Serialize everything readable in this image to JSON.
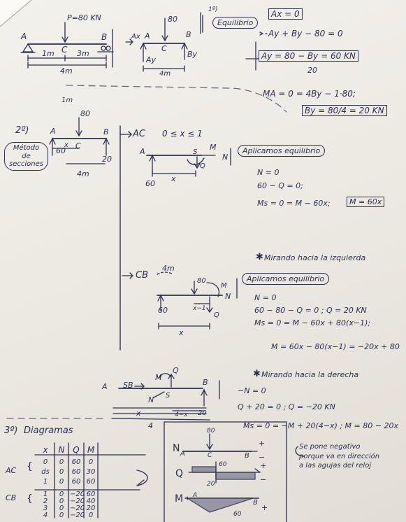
{
  "section1": {
    "load": "P=80 KN",
    "A": "A",
    "C": "C",
    "B": "B",
    "seg_left": "1m",
    "seg_right": "3m",
    "total": "4m",
    "fbd_load": "80",
    "fbd_Ax": "Ax",
    "fbd_A": "A",
    "fbd_C": "C",
    "fbd_B": "B",
    "fbd_Ay": "Ay",
    "fbd_By": "By",
    "fbd_len": "4m"
  },
  "equilibrium": {
    "step": "1º)",
    "title": "Equilibrio",
    "eq1": "Ax = 0",
    "eq2": "Ay + By − 80 = 0",
    "eq3": "Ay = 80 − By = 60 KN",
    "eq3b": "20",
    "eq4": "MA = 0 = 4By − 1·80;",
    "eq5": "By = 80/4 = 20 KN"
  },
  "section2": {
    "step": "2º)",
    "method": [
      "Método",
      "de",
      "secciones"
    ],
    "top": "1m",
    "load": "80",
    "A": "A",
    "B": "B",
    "C": "C",
    "left_r": "60",
    "right_r": "20",
    "len": "4m",
    "x": "x"
  },
  "segAC": {
    "label": "AC",
    "range": "0 ≤ x ≤ 1",
    "A": "A",
    "S": "S",
    "M": "M",
    "N": "N",
    "Q": "Q",
    "r": "60",
    "x": "x",
    "title": "Aplicamos equilibrio",
    "eq1": "N = 0",
    "eq2": "60 − Q = 0;",
    "eq3": "Ms = 0 = M − 60x;",
    "eq3box": "M = 60x"
  },
  "note_left": "Mirando hacia la izquierda",
  "segCB": {
    "label": "CB",
    "len": "4m",
    "load": "80",
    "M": "M",
    "N": "N",
    "Q": "Q",
    "r": "60",
    "sub": "x−1",
    "x": "x",
    "title": "Aplicamos equilibrio",
    "eq1": "N = 0",
    "eq2": "60 − 80 − Q = 0 ; Q = 20 KN",
    "eq3": "Ms = 0 = M − 60x + 80(x−1);",
    "eq4": "M = 60x − 80(x−1) = −20x + 80"
  },
  "note_right": "Mirando hacia la derecha",
  "segSB": {
    "A": "A",
    "label": "SB",
    "M": "M",
    "Q": "Q",
    "N": "N",
    "S": "S",
    "B": "B",
    "x": "x",
    "rem": "4−x",
    "r": "20",
    "total": "4",
    "eq1": "−N = 0",
    "eq2": "Q + 20 = 0 ; Q = −20 KN",
    "eq3": "Ms = 0 = −M + 20(4−x) ; M = 80 − 20x",
    "note": [
      "Se pone negativo",
      "porque va en dirección",
      "a las agujas del reloj"
    ]
  },
  "diagrams": {
    "step": "3º)",
    "title": "Diagramas",
    "headers": [
      "x",
      "N",
      "Q",
      "M"
    ],
    "row_AC": "AC",
    "row_CB": "CB",
    "ac_rows": [
      [
        "0",
        "0",
        "60",
        "0"
      ],
      [
        "ds",
        "0",
        "60",
        "30"
      ],
      [
        "1",
        "0",
        "60",
        "60"
      ]
    ],
    "cb_rows": [
      [
        "1",
        "0",
        "−20",
        "60"
      ],
      [
        "2",
        "0",
        "−20",
        "40"
      ],
      [
        "3",
        "0",
        "−20",
        "20"
      ],
      [
        "4",
        "0",
        "−20",
        "0"
      ]
    ],
    "N": "N",
    "Q": "Q",
    "M": "M",
    "load": "80",
    "C": "C",
    "A": "A",
    "B": "B",
    "q_pos": "60",
    "q_neg": "20",
    "m_max": "60",
    "plus": "+",
    "minus": "−"
  }
}
